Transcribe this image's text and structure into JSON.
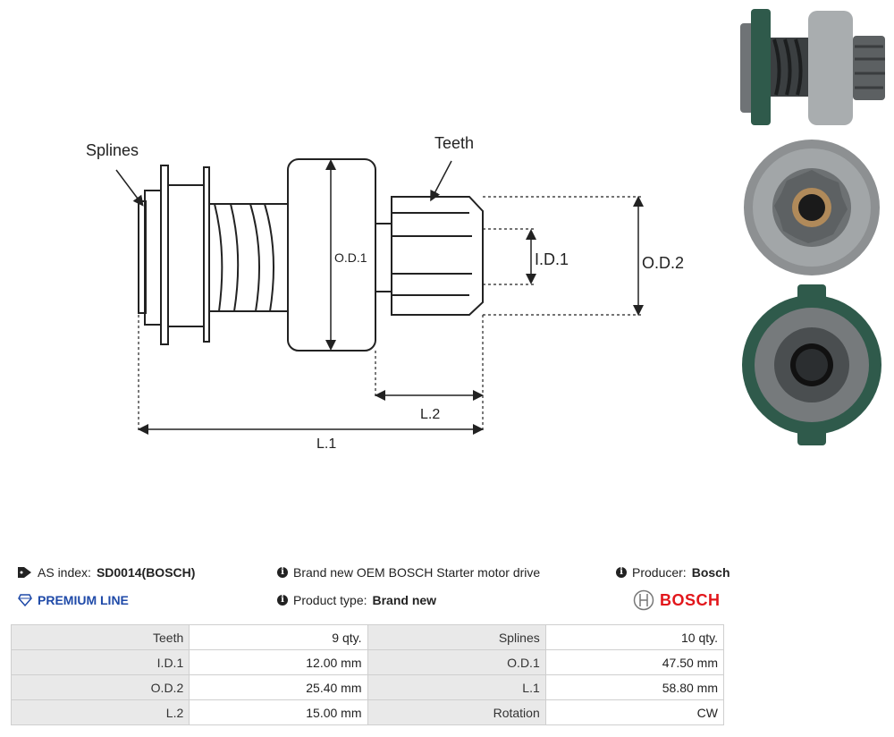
{
  "diagram": {
    "labels": {
      "splines": "Splines",
      "teeth": "Teeth",
      "od1": "O.D.1",
      "id1": "I.D.1",
      "od2": "O.D.2",
      "l2": "L.2",
      "l1": "L.1"
    }
  },
  "product": {
    "as_index_label": "AS index:",
    "as_index_value": "SD0014(BOSCH)",
    "premium_line": "PREMIUM LINE",
    "description": "Brand new OEM BOSCH Starter motor drive",
    "product_type_label": "Product type:",
    "product_type_value": "Brand new",
    "producer_label": "Producer:",
    "producer_value": "Bosch",
    "brand_logo_text": "BOSCH"
  },
  "specs": {
    "rows": [
      {
        "label_left": "Teeth",
        "value_left": "9 qty.",
        "label_right": "Splines",
        "value_right": "10 qty."
      },
      {
        "label_left": "I.D.1",
        "value_left": "12.00 mm",
        "label_right": "O.D.1",
        "value_right": "47.50 mm"
      },
      {
        "label_left": "O.D.2",
        "value_left": "25.40 mm",
        "label_right": "L.1",
        "value_right": "58.80 mm"
      },
      {
        "label_left": "L.2",
        "value_left": "15.00 mm",
        "label_right": "Rotation",
        "value_right": "CW"
      }
    ]
  },
  "colors": {
    "accent_blue": "#1f4aa8",
    "bosch_red": "#e2161b",
    "table_label_bg": "#e9e9e9",
    "photo_green": "#2f5a4b",
    "photo_gray": "#8d9092"
  },
  "icons": [
    "tag-icon",
    "diamond-icon",
    "info-icon",
    "bosch-armature-icon"
  ]
}
